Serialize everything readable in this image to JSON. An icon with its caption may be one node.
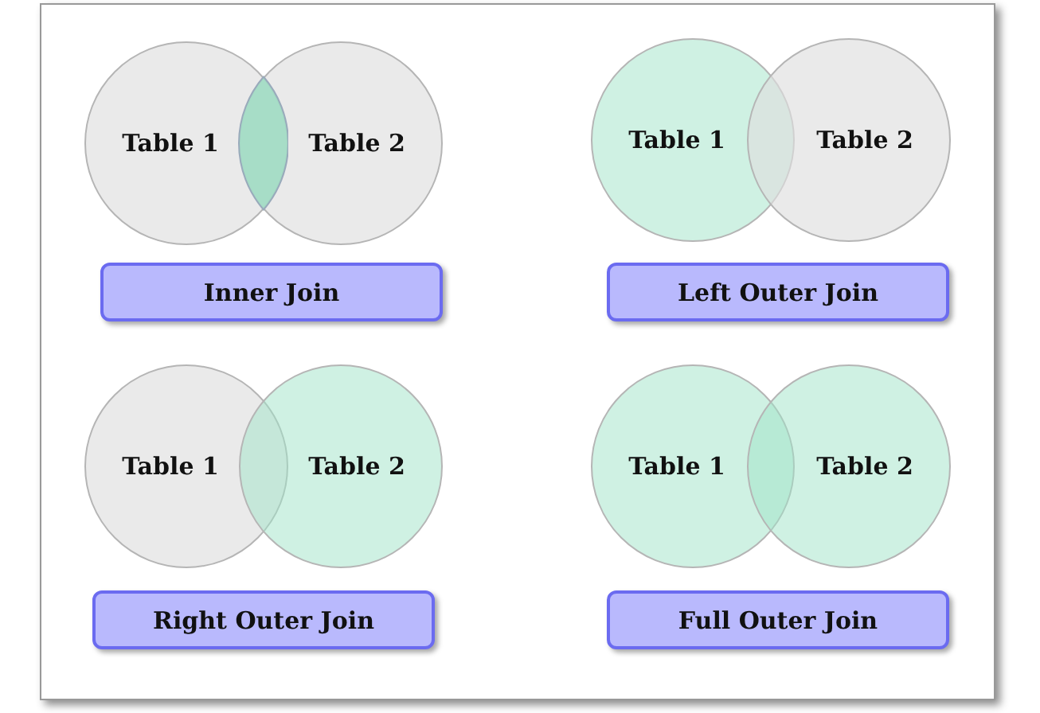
{
  "diagram": {
    "nodes": [
      {
        "text": [
          "Table 1"
        ]
      },
      {
        "text": [
          "Table 2"
        ]
      },
      {
        "text": [
          "Table 1"
        ]
      },
      {
        "text": [
          "Table 2"
        ]
      },
      {
        "text": [
          "Inner Join"
        ]
      },
      {
        "text": [
          "Left Outer Join"
        ]
      },
      {
        "text": [
          "Table 1"
        ]
      },
      {
        "text": [
          "Table 2"
        ]
      },
      {
        "text": [
          "Table 1"
        ]
      },
      {
        "text": [
          "Table 2"
        ]
      },
      {
        "text": [
          "Right Outer Join"
        ]
      },
      {
        "text": [
          "Full Outer Join"
        ]
      }
    ]
  }
}
